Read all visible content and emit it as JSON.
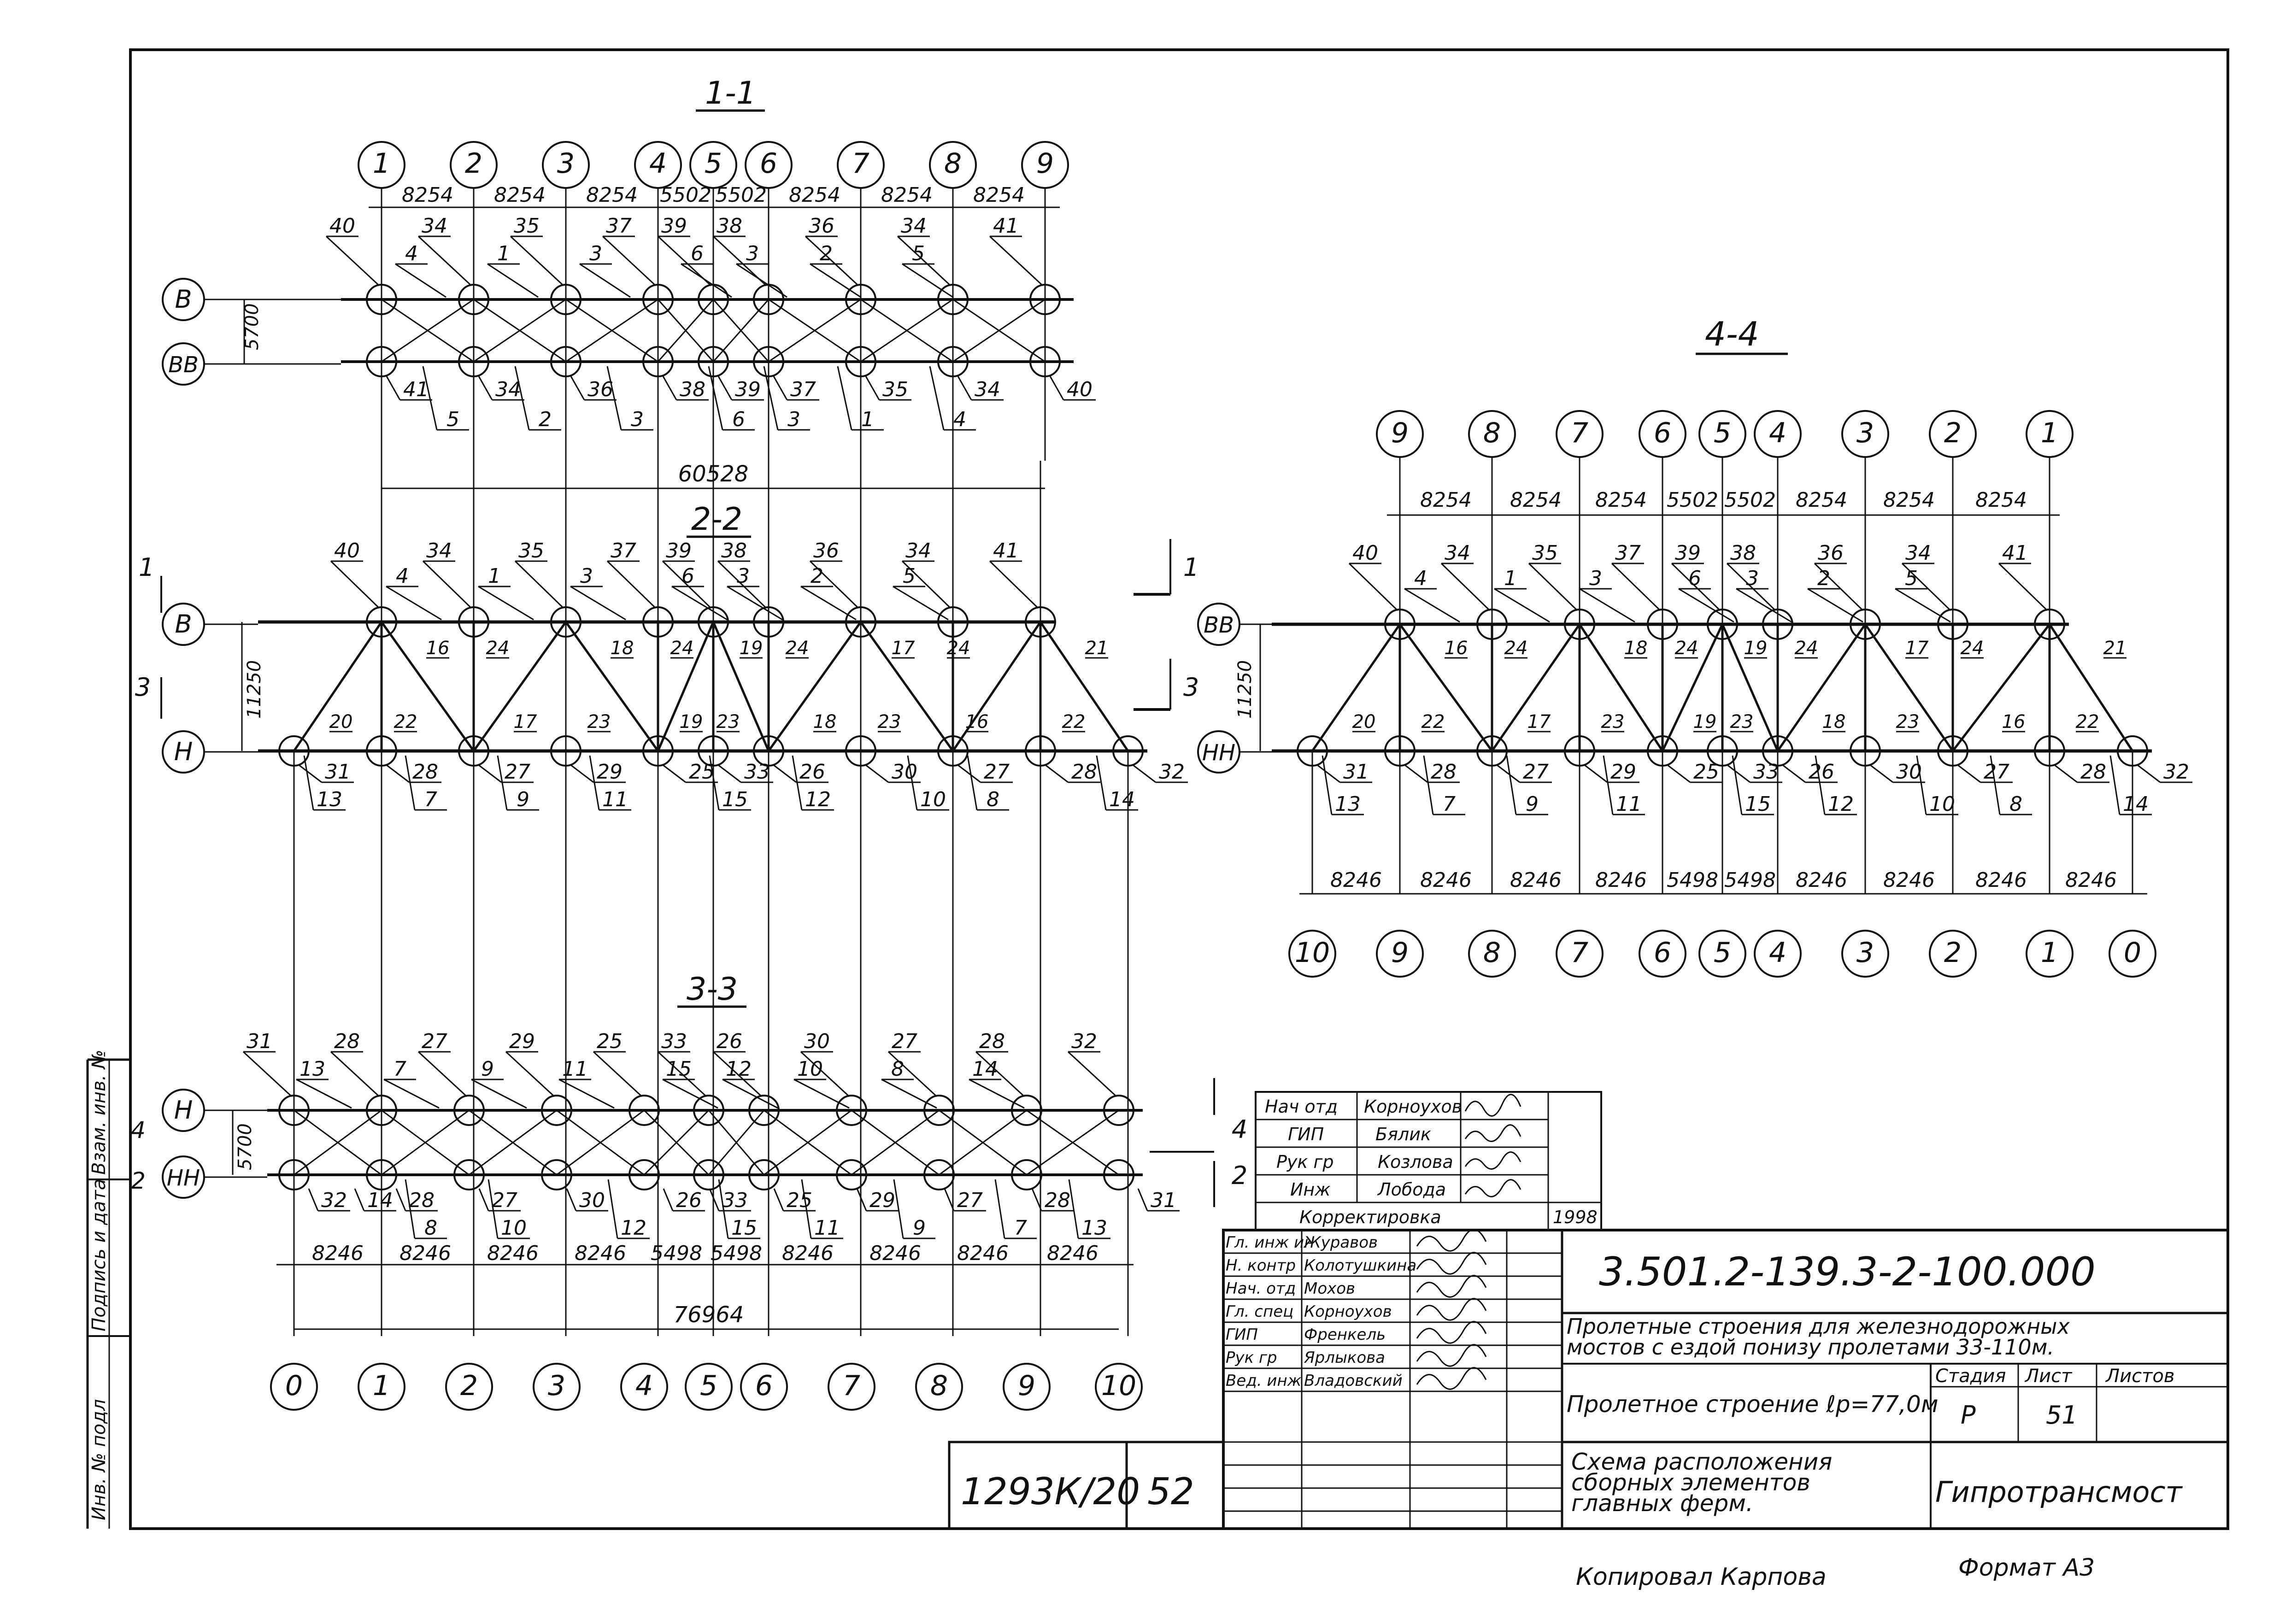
{
  "sections": {
    "s11": {
      "title": "1-1",
      "top_axes": [
        "1",
        "2",
        "3",
        "4",
        "5",
        "6",
        "7",
        "8",
        "9"
      ],
      "dims": [
        "8254",
        "8254",
        "8254",
        "5502",
        "5502",
        "8254",
        "8254",
        "8254"
      ],
      "total": "60528",
      "row_labels": [
        "B",
        "BB"
      ],
      "height_dim": "5700",
      "top_nums": [
        "40",
        "34",
        "35",
        "37",
        "39",
        "38",
        "36",
        "34",
        "41"
      ],
      "top_marks": [
        "4",
        "1",
        "3",
        "6",
        "3",
        "2",
        "5"
      ],
      "bot_nums": [
        "41",
        "34",
        "36",
        "38",
        "39",
        "37",
        "35",
        "34",
        "40"
      ],
      "bot_marks": [
        "5",
        "2",
        "3",
        "6",
        "3",
        "1",
        "4"
      ]
    },
    "s22": {
      "title": "2-2",
      "row_labels": [
        "B",
        "H"
      ],
      "height_dim": "11250",
      "top_nums": [
        "40",
        "34",
        "35",
        "37",
        "39",
        "38",
        "36",
        "34",
        "41"
      ],
      "top_marks": [
        "4",
        "1",
        "3",
        "6",
        "3",
        "2",
        "5"
      ],
      "diag_marks": [
        "20",
        "22",
        "16",
        "24",
        "17",
        "23",
        "18",
        "24",
        "19",
        "23",
        "19",
        "24",
        "18",
        "23",
        "17",
        "24",
        "16",
        "22",
        "21"
      ],
      "bot_nums": [
        "31",
        "28",
        "27",
        "29",
        "25",
        "33",
        "26",
        "30",
        "27",
        "28",
        "32"
      ],
      "bot_marks": [
        "13",
        "7",
        "9",
        "11",
        "15",
        "12",
        "10",
        "8",
        "14"
      ],
      "cut_left": [
        "1",
        "3"
      ],
      "cut_right": [
        "1",
        "3"
      ]
    },
    "s33": {
      "title": "3-3",
      "row_labels": [
        "H",
        "HH"
      ],
      "height_dim": "5700",
      "top_nums": [
        "31",
        "28",
        "27",
        "29",
        "25",
        "33",
        "26",
        "30",
        "27",
        "28",
        "32"
      ],
      "top_marks": [
        "13",
        "7",
        "9",
        "11",
        "15",
        "12",
        "10",
        "8",
        "14"
      ],
      "bot_nums": [
        "32",
        "14",
        "28",
        "27",
        "30",
        "26",
        "33",
        "25",
        "29",
        "27",
        "28",
        "31"
      ],
      "bot_marks": [
        "8",
        "10",
        "12",
        "15",
        "11",
        "9",
        "7",
        "13"
      ],
      "dims": [
        "8246",
        "8246",
        "8246",
        "8246",
        "5498",
        "5498",
        "8246",
        "8246",
        "8246",
        "8246"
      ],
      "total": "76964",
      "bottom_axes": [
        "0",
        "1",
        "2",
        "3",
        "4",
        "5",
        "6",
        "7",
        "8",
        "9",
        "10"
      ],
      "cut_right": [
        "4",
        "2"
      ],
      "cut_left": [
        "4",
        "2"
      ]
    },
    "s44": {
      "title": "4-4",
      "top_axes": [
        "9",
        "8",
        "7",
        "6",
        "5",
        "4",
        "3",
        "2",
        "1"
      ],
      "dims_top": [
        "8254",
        "8254",
        "8254",
        "5502",
        "5502",
        "8254",
        "8254",
        "8254"
      ],
      "row_labels": [
        "BB",
        "HH"
      ],
      "height_dim": "11250",
      "top_nums": [
        "40",
        "34",
        "35",
        "37",
        "39",
        "38",
        "36",
        "34",
        "41"
      ],
      "top_marks": [
        "4",
        "1",
        "3",
        "6",
        "3",
        "2",
        "5"
      ],
      "diag_marks": [
        "20",
        "22",
        "16",
        "24",
        "17",
        "23",
        "18",
        "24",
        "19",
        "23",
        "19",
        "24",
        "18",
        "23",
        "17",
        "24",
        "16",
        "22",
        "21"
      ],
      "bot_nums": [
        "31",
        "28",
        "27",
        "29",
        "25",
        "33",
        "26",
        "30",
        "27",
        "28",
        "32"
      ],
      "bot_marks": [
        "13",
        "7",
        "9",
        "11",
        "15",
        "12",
        "10",
        "8",
        "14"
      ],
      "dims_bot": [
        "8246",
        "8246",
        "8246",
        "8246",
        "5498",
        "5498",
        "8246",
        "8246",
        "8246",
        "8246"
      ],
      "bottom_axes": [
        "10",
        "9",
        "8",
        "7",
        "6",
        "5",
        "4",
        "3",
        "2",
        "1",
        "0"
      ]
    }
  },
  "correction_table": [
    [
      "Нач отд",
      "Корноухов"
    ],
    [
      "ГИП",
      "Бялик"
    ],
    [
      "Рук гр",
      "Козлова"
    ],
    [
      "Инж",
      "Лобода"
    ]
  ],
  "correction_label": "Корректировка",
  "correction_year": "1998",
  "signers": [
    [
      "Гл. инж ин",
      "Журавов"
    ],
    [
      "Н. контр",
      "Колотушкина"
    ],
    [
      "Нач. отд",
      "Мохов"
    ],
    [
      "Гл. спец",
      "Корноухов"
    ],
    [
      "ГИП",
      "Френкель"
    ],
    [
      "Рук гр",
      "Ярлыкова"
    ],
    [
      "Вед. инж",
      "Владовский"
    ]
  ],
  "doc_code": "3.501.2-139.3-2-100.000",
  "doc_title": "Пролетные строения для железнодорожных мостов с ездой понизу пролетами 33-110м.",
  "span_title": "Пролетное строение ℓр=77,0м",
  "stage_label": "Стадия",
  "sheet_label": "Лист",
  "sheets_label": "Листов",
  "stage": "Р",
  "sheet": "51",
  "scheme_title": "Схема расположения сборных элементов главных ферм.",
  "org": "Гипротрансмост",
  "archive_no": "1293К/20",
  "page_no": "52",
  "side_stamp": [
    "Инв. № подл",
    "Подпись и дата",
    "Взам. инв. №"
  ],
  "copied_by": "Копировал Карпова",
  "format": "Формат А3"
}
